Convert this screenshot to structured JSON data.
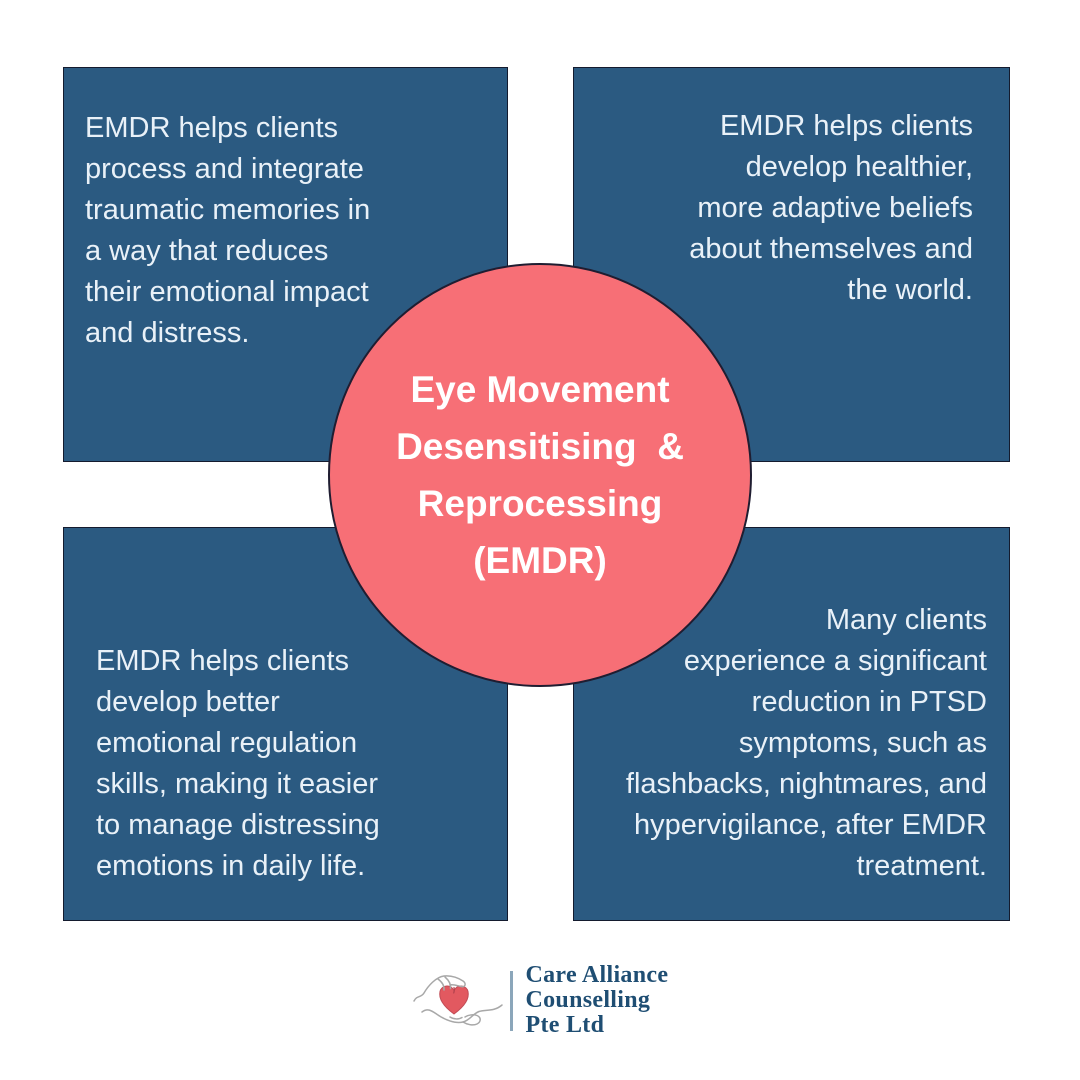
{
  "page": {
    "background": "#ffffff"
  },
  "colors": {
    "box_blue": "#2b5a81",
    "box_border": "#141b2e",
    "circle_pink": "#f76f76",
    "circle_border": "#1f1d31",
    "body_text": "#e9f1f8",
    "title_text": "#ffffff",
    "logo_text": "#1f4e73",
    "heart_red": "#e25960",
    "hand_line": "#a8a8a8",
    "divider": "#8ba6ba"
  },
  "boxes": [
    {
      "id": "top-left",
      "align": "left",
      "text": "EMDR helps clients\nprocess and integrate\ntraumatic memories in\na way that reduces\ntheir emotional impact\nand distress."
    },
    {
      "id": "top-right",
      "align": "right",
      "text": "EMDR helps clients\ndevelop healthier,\nmore adaptive beliefs\nabout themselves and\nthe world."
    },
    {
      "id": "bottom-left",
      "align": "left",
      "text": "EMDR helps clients\ndevelop better\nemotional regulation\nskills, making it easier\nto manage distressing\nemotions in daily life."
    },
    {
      "id": "bottom-right",
      "align": "right",
      "text": "Many clients\nexperience a significant\nreduction in PTSD\nsymptoms, such as\nflashbacks, nightmares, and\nhypervigilance, after EMDR\ntreatment."
    }
  ],
  "circle": {
    "title": "Eye Movement\nDesensitising  &\nReprocessing\n(EMDR)"
  },
  "logo": {
    "company_name": "Care Alliance\nCounselling\nPte Ltd",
    "icon": "hands-holding-heart-icon"
  }
}
